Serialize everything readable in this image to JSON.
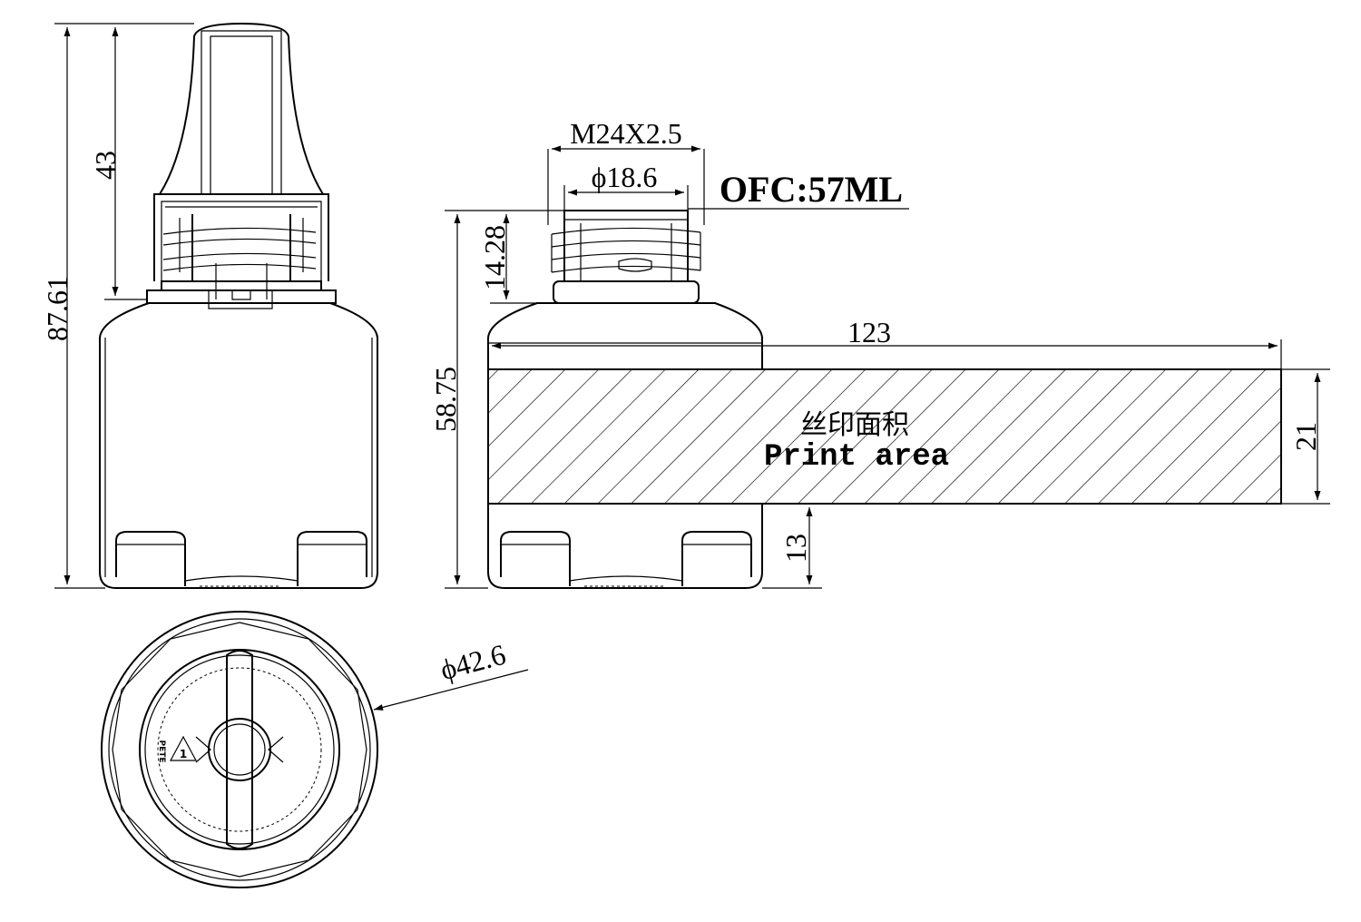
{
  "dimensions": {
    "overall_height": "87.61",
    "cap_height": "43",
    "bottle_height": "58.75",
    "neck_height": "14.28",
    "thread": "M24X2.5",
    "neck_diameter": "ϕ18.6",
    "print_length": "123",
    "print_height": "21",
    "print_offset": "13",
    "body_diameter": "ϕ42.6"
  },
  "capacity_label": "OFC:57ML",
  "print_area": {
    "label_cn": "丝印面积",
    "label_en": "Print area"
  },
  "recycling_mark": {
    "number": "1",
    "text": "PETE",
    "icon": "recycle-triangle-icon"
  },
  "colors": {
    "line": "#000000",
    "background": "#ffffff"
  }
}
